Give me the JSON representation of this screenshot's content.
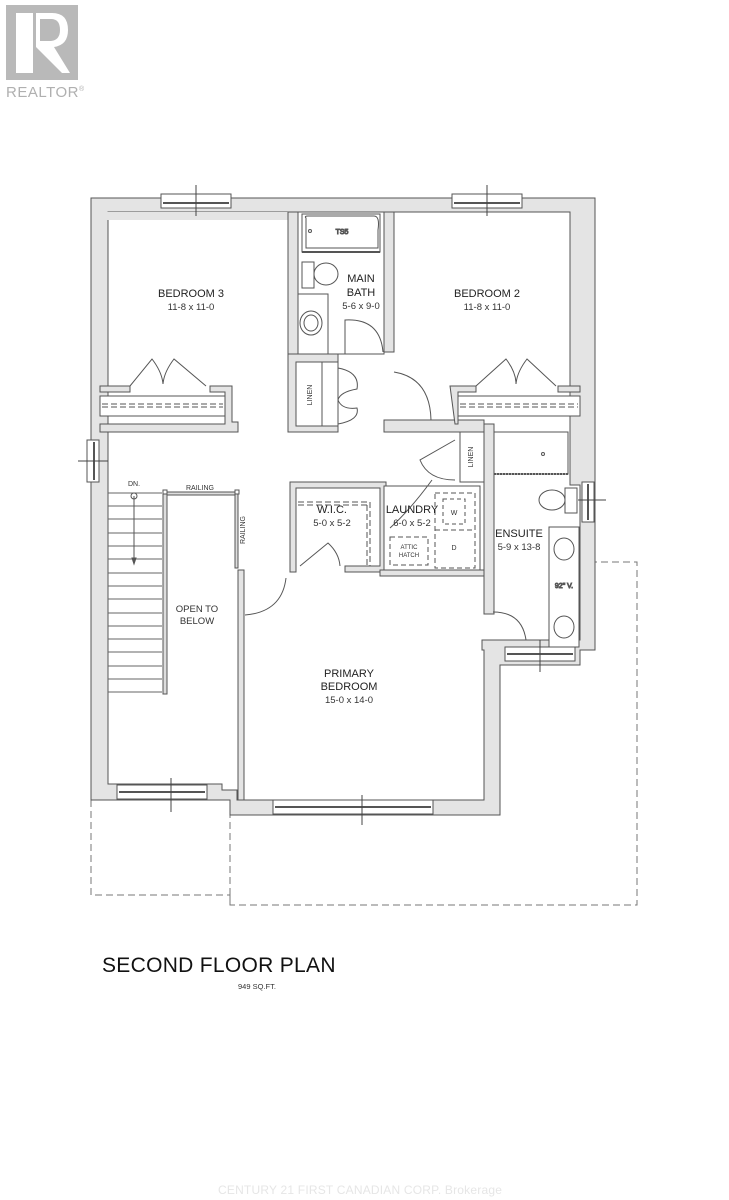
{
  "logo": {
    "icon": "realtor-r-logo",
    "text": "REALTOR",
    "registered": "®"
  },
  "plan": {
    "title": "SECOND FLOOR PLAN",
    "area": "949 SQ.FT.",
    "rooms": {
      "bedroom3": {
        "name": "BEDROOM 3",
        "dims": "11-8 x 11-0"
      },
      "bedroom2": {
        "name": "BEDROOM 2",
        "dims": "11-8 x 11-0"
      },
      "main_bath": {
        "name_line1": "MAIN",
        "name_line2": "BATH",
        "dims": "5-6 x 9-0",
        "tub_label": "TS5"
      },
      "wic": {
        "name": "W.I.C.",
        "dims": "5-0 x 5-2"
      },
      "laundry": {
        "name": "LAUNDRY",
        "dims": "6-0 x 5-2",
        "washer": "W",
        "dryer": "D",
        "attic_line1": "ATTIC",
        "attic_line2": "HATCH"
      },
      "ensuite": {
        "name": "ENSUITE",
        "dims": "5-9 x 13-8",
        "vanity": "92\" V."
      },
      "primary": {
        "name_line1": "PRIMARY",
        "name_line2": "BEDROOM",
        "dims": "15-0 x 14-0"
      },
      "open_below": {
        "line1": "OPEN TO",
        "line2": "BELOW"
      }
    },
    "labels": {
      "linen1": "LINEN",
      "linen2": "LINEN",
      "railing_h": "RAILING",
      "railing_v": "RAILING",
      "stairs_down": "DN."
    }
  },
  "watermark": "CENTURY 21 FIRST CANADIAN CORP. Brokerage",
  "colors": {
    "wall_fill": "#e4e4e4",
    "line": "#555555",
    "logo": "#b9b9b9"
  }
}
